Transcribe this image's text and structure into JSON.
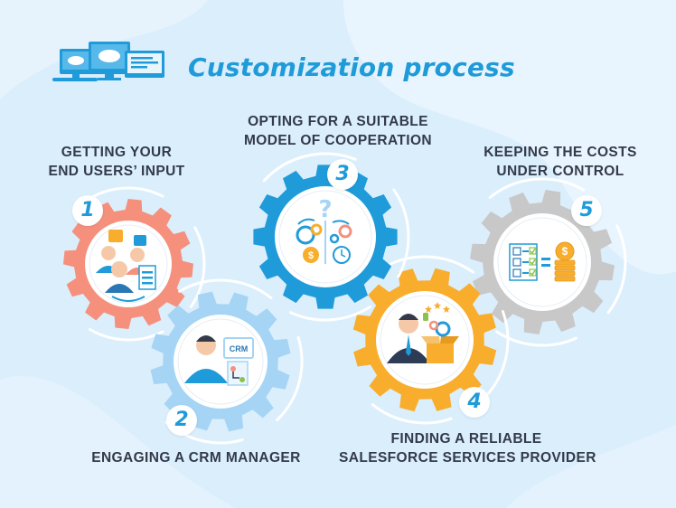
{
  "title": "Customization process",
  "steps": [
    {
      "number": "1",
      "lines": [
        "GETTING YOUR",
        "END USERS’ INPUT"
      ],
      "color": "#f5907d"
    },
    {
      "number": "2",
      "lines": [
        "ENGAGING A CRM MANAGER"
      ],
      "color": "#a5d4f5"
    },
    {
      "number": "3",
      "lines": [
        "OPTING FOR A SUITABLE",
        "MODEL OF COOPERATION"
      ],
      "color": "#1f9bd9"
    },
    {
      "number": "4",
      "lines": [
        "FINDING A RELIABLE",
        "SALESFORCE SERVICES PROVIDER"
      ],
      "color": "#f8ad2d"
    },
    {
      "number": "5",
      "lines": [
        "KEEPING THE COSTS",
        "UNDER CONTROL"
      ],
      "color": "#c8c8c8"
    }
  ],
  "crm_sign": "CRM",
  "question_mark": "?",
  "dollar_sign": "$",
  "colors": {
    "title": "#1f9bd9",
    "text": "#333a4a",
    "background": "#dbeefc"
  }
}
